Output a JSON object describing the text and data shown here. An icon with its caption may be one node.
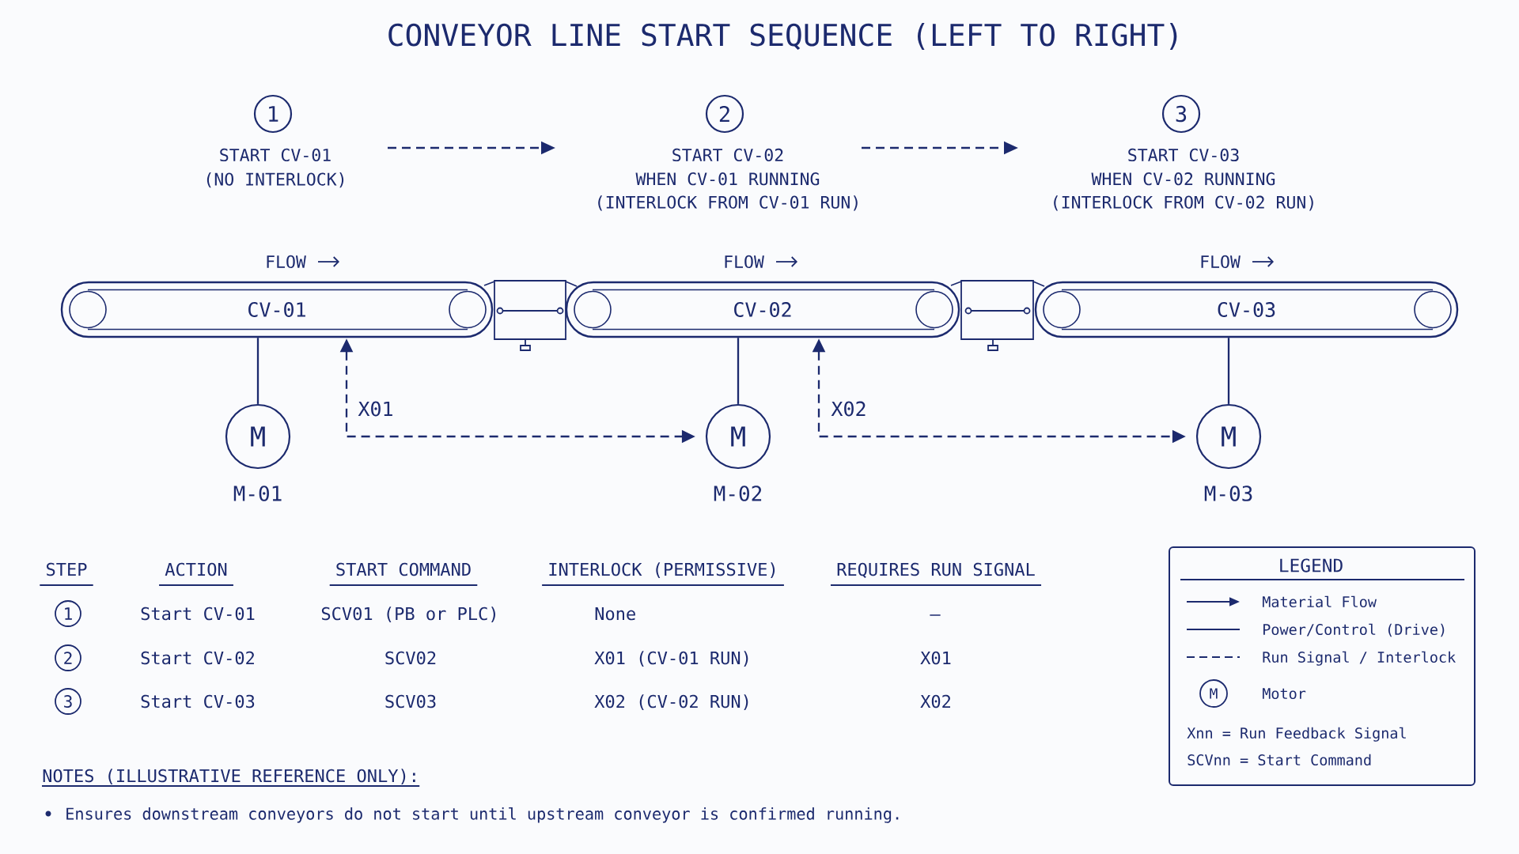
{
  "diagram": {
    "title": "CONVEYOR LINE START SEQUENCE (LEFT TO RIGHT)",
    "nodes": [
      {
        "text": [
          "1"
        ],
        "beside": [
          "START CV-01",
          "(NO INTERLOCK)"
        ]
      },
      {
        "text": [
          "2"
        ],
        "beside": [
          "START CV-02",
          "WHEN CV-01 RUNNING (INTERLOCK FROM CV-01 RUN)"
        ]
      },
      {
        "text": [
          "3"
        ],
        "beside": [
          "START CV-03",
          "WHEN CV-02 RUNNING (INTERLOCK FROM CV-02 RUN)"
        ]
      },
      {
        "text": [
          "CV-01"
        ],
        "beside": [
          "FLOW"
        ]
      },
      {
        "text": [
          "CV-02"
        ],
        "beside": [
          "FLOW"
        ]
      },
      {
        "text": [
          "CV-03"
        ],
        "beside": [
          "FLOW"
        ]
      },
      {
        "text": [
          "M"
        ],
        "beside": [
          "M-01"
        ]
      },
      {
        "text": [
          "M"
        ],
        "beside": [
          "M-02"
        ]
      },
      {
        "text": [
          "M"
        ],
        "beside": [
          "M-03"
        ]
      }
    ],
    "edges": [
      {
        "from": 0,
        "to": 1,
        "arrow": "to",
        "style": "dashed"
      },
      {
        "from": 1,
        "to": 2,
        "arrow": "to",
        "style": "dashed"
      },
      {
        "from": 3,
        "to": 6,
        "arrow": "none"
      },
      {
        "from": 4,
        "to": 7,
        "arrow": "none"
      },
      {
        "from": 5,
        "to": 8,
        "arrow": "none"
      },
      {
        "from": 3,
        "to": 7,
        "arrow": "both",
        "label": "X01",
        "style": "dashed"
      },
      {
        "from": 4,
        "to": 8,
        "arrow": "both",
        "label": "X02",
        "style": "dashed"
      }
    ],
    "labels": [
      "STEP",
      "ACTION",
      "START COMMAND",
      "INTERLOCK (PERMISSIVE)",
      "REQUIRES RUN SIGNAL",
      "1",
      "Start CV-01",
      "SCV01 (PB or PLC)",
      "None",
      "—",
      "2",
      "Start CV-02",
      "SCV02",
      "X01 (CV-01 RUN)",
      "X01",
      "3",
      "Start CV-03",
      "SCV03",
      "X02 (CV-02 RUN)",
      "X02",
      "LEGEND",
      "M",
      "NOTES (ILLUSTRATIVE REFERENCE ONLY):",
      "Ensures downstream conveyors do not start until upstream conveyor is confirmed running."
    ],
    "legend": [
      {
        "text": "Material Flow"
      },
      {
        "text": "Power/Control (Drive)"
      },
      {
        "text": "Run Signal / Interlock"
      },
      {
        "text": "Motor"
      },
      {
        "text": "Xnn = Run Feedback Signal"
      },
      {
        "text": "SCVnn = Start Command"
      }
    ]
  }
}
